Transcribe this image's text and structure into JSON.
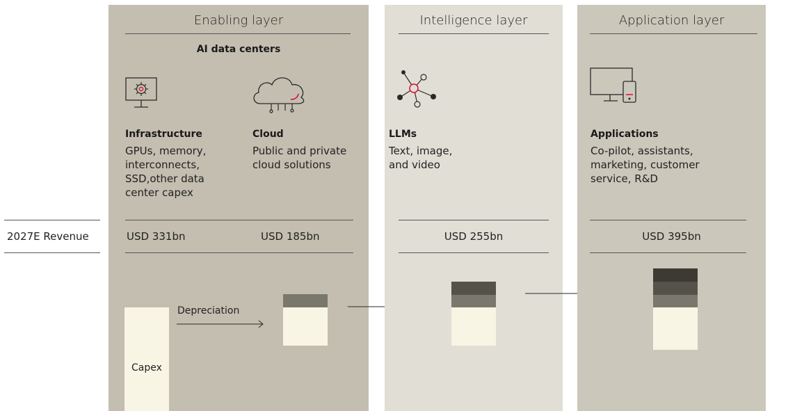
{
  "layers": {
    "enabling": {
      "title": "Enabling layer",
      "subtitle": "AI data centers",
      "items": [
        {
          "heading": "Infrastructure",
          "text": "GPUs, memory,\ninterconnects,\nSSD,other data\ncenter capex",
          "revenue": "USD 331bn",
          "icon": "monitor-gear-icon"
        },
        {
          "heading": "Cloud",
          "text": "Public and private\ncloud solutions",
          "revenue": "USD 185bn",
          "icon": "cloud-icon"
        }
      ],
      "capex_label": "Capex",
      "depreciation_label": "Depreciation"
    },
    "intelligence": {
      "title": "Intelligence layer",
      "heading": "LLMs",
      "text": "Text, image,\nand video",
      "revenue": "USD 255bn",
      "icon": "network-nodes-icon"
    },
    "application": {
      "title": "Application layer",
      "heading": "Applications",
      "text": "Co-pilot, assistants,\nmarketing, customer\nservice, R&D",
      "revenue": "USD 395bn",
      "icon": "desktop-phone-icon"
    }
  },
  "row_label": "2027E Revenue",
  "colors": {
    "enabling_bg": "#c3beb0",
    "intelligence_bg": "#e1ded6",
    "application_bg": "#cbc7ba",
    "cream": "#f8f5e4",
    "accent_red": "#e4002b",
    "dark1": "#3d3a33",
    "dark2": "#55524a",
    "dark3": "#7a776c"
  }
}
